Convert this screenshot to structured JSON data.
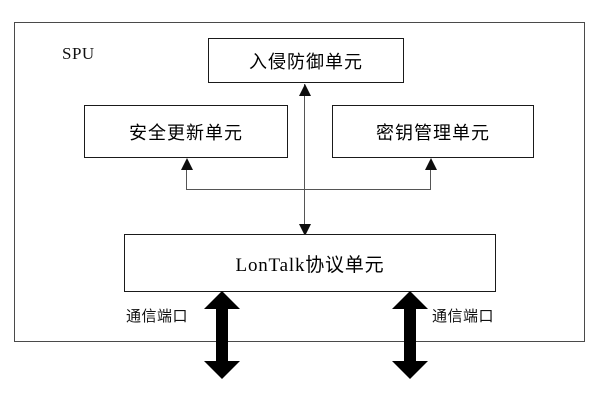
{
  "diagram": {
    "container": {
      "label": "SPU"
    },
    "units": [
      {
        "id": "intrusion-prevention-unit",
        "label": "入侵防御单元"
      },
      {
        "id": "security-update-unit",
        "label": "安全更新单元"
      },
      {
        "id": "key-management-unit",
        "label": "密钥管理单元"
      },
      {
        "id": "lontalk-protocol-unit",
        "label": "LonTalk协议单元"
      }
    ],
    "ports": [
      {
        "id": "communication-port-left",
        "label": "通信端口"
      },
      {
        "id": "communication-port-right",
        "label": "通信端口"
      }
    ],
    "colors": {
      "box_border": "#1a1a1a",
      "frame_border": "#4a4a4a",
      "connector": "#555555",
      "arrowhead": "#0d0d0d",
      "port_arrow": "#000000",
      "background": "#ffffff",
      "text": "#000000"
    }
  }
}
